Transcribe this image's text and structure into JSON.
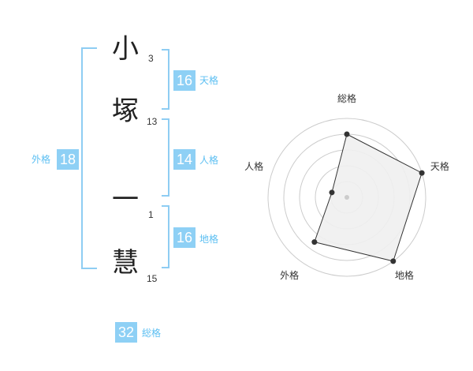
{
  "name": {
    "chars": [
      {
        "char": "小",
        "strokes": "3"
      },
      {
        "char": "塚",
        "strokes": "13"
      },
      {
        "char": "一",
        "strokes": "1"
      },
      {
        "char": "慧",
        "strokes": "15"
      }
    ]
  },
  "kakusu": {
    "tenkaku": {
      "value": "16",
      "label": "天格"
    },
    "jinkaku": {
      "value": "14",
      "label": "人格"
    },
    "chikaku": {
      "value": "16",
      "label": "地格"
    },
    "gaikaku": {
      "value": "18",
      "label": "外格"
    },
    "soukaku": {
      "value": "32",
      "label": "総格"
    }
  },
  "chart_data": {
    "type": "radar",
    "axes": [
      "総格",
      "天格",
      "地格",
      "外格",
      "人格"
    ],
    "values": [
      4,
      5,
      5,
      3.5,
      1
    ],
    "rmax": 5,
    "rings": 5,
    "grid": true,
    "colors": {
      "fill": "#f0f0f0",
      "line": "#333333",
      "grid": "#cccccc",
      "point": "#333333",
      "center": "#cccccc"
    }
  }
}
